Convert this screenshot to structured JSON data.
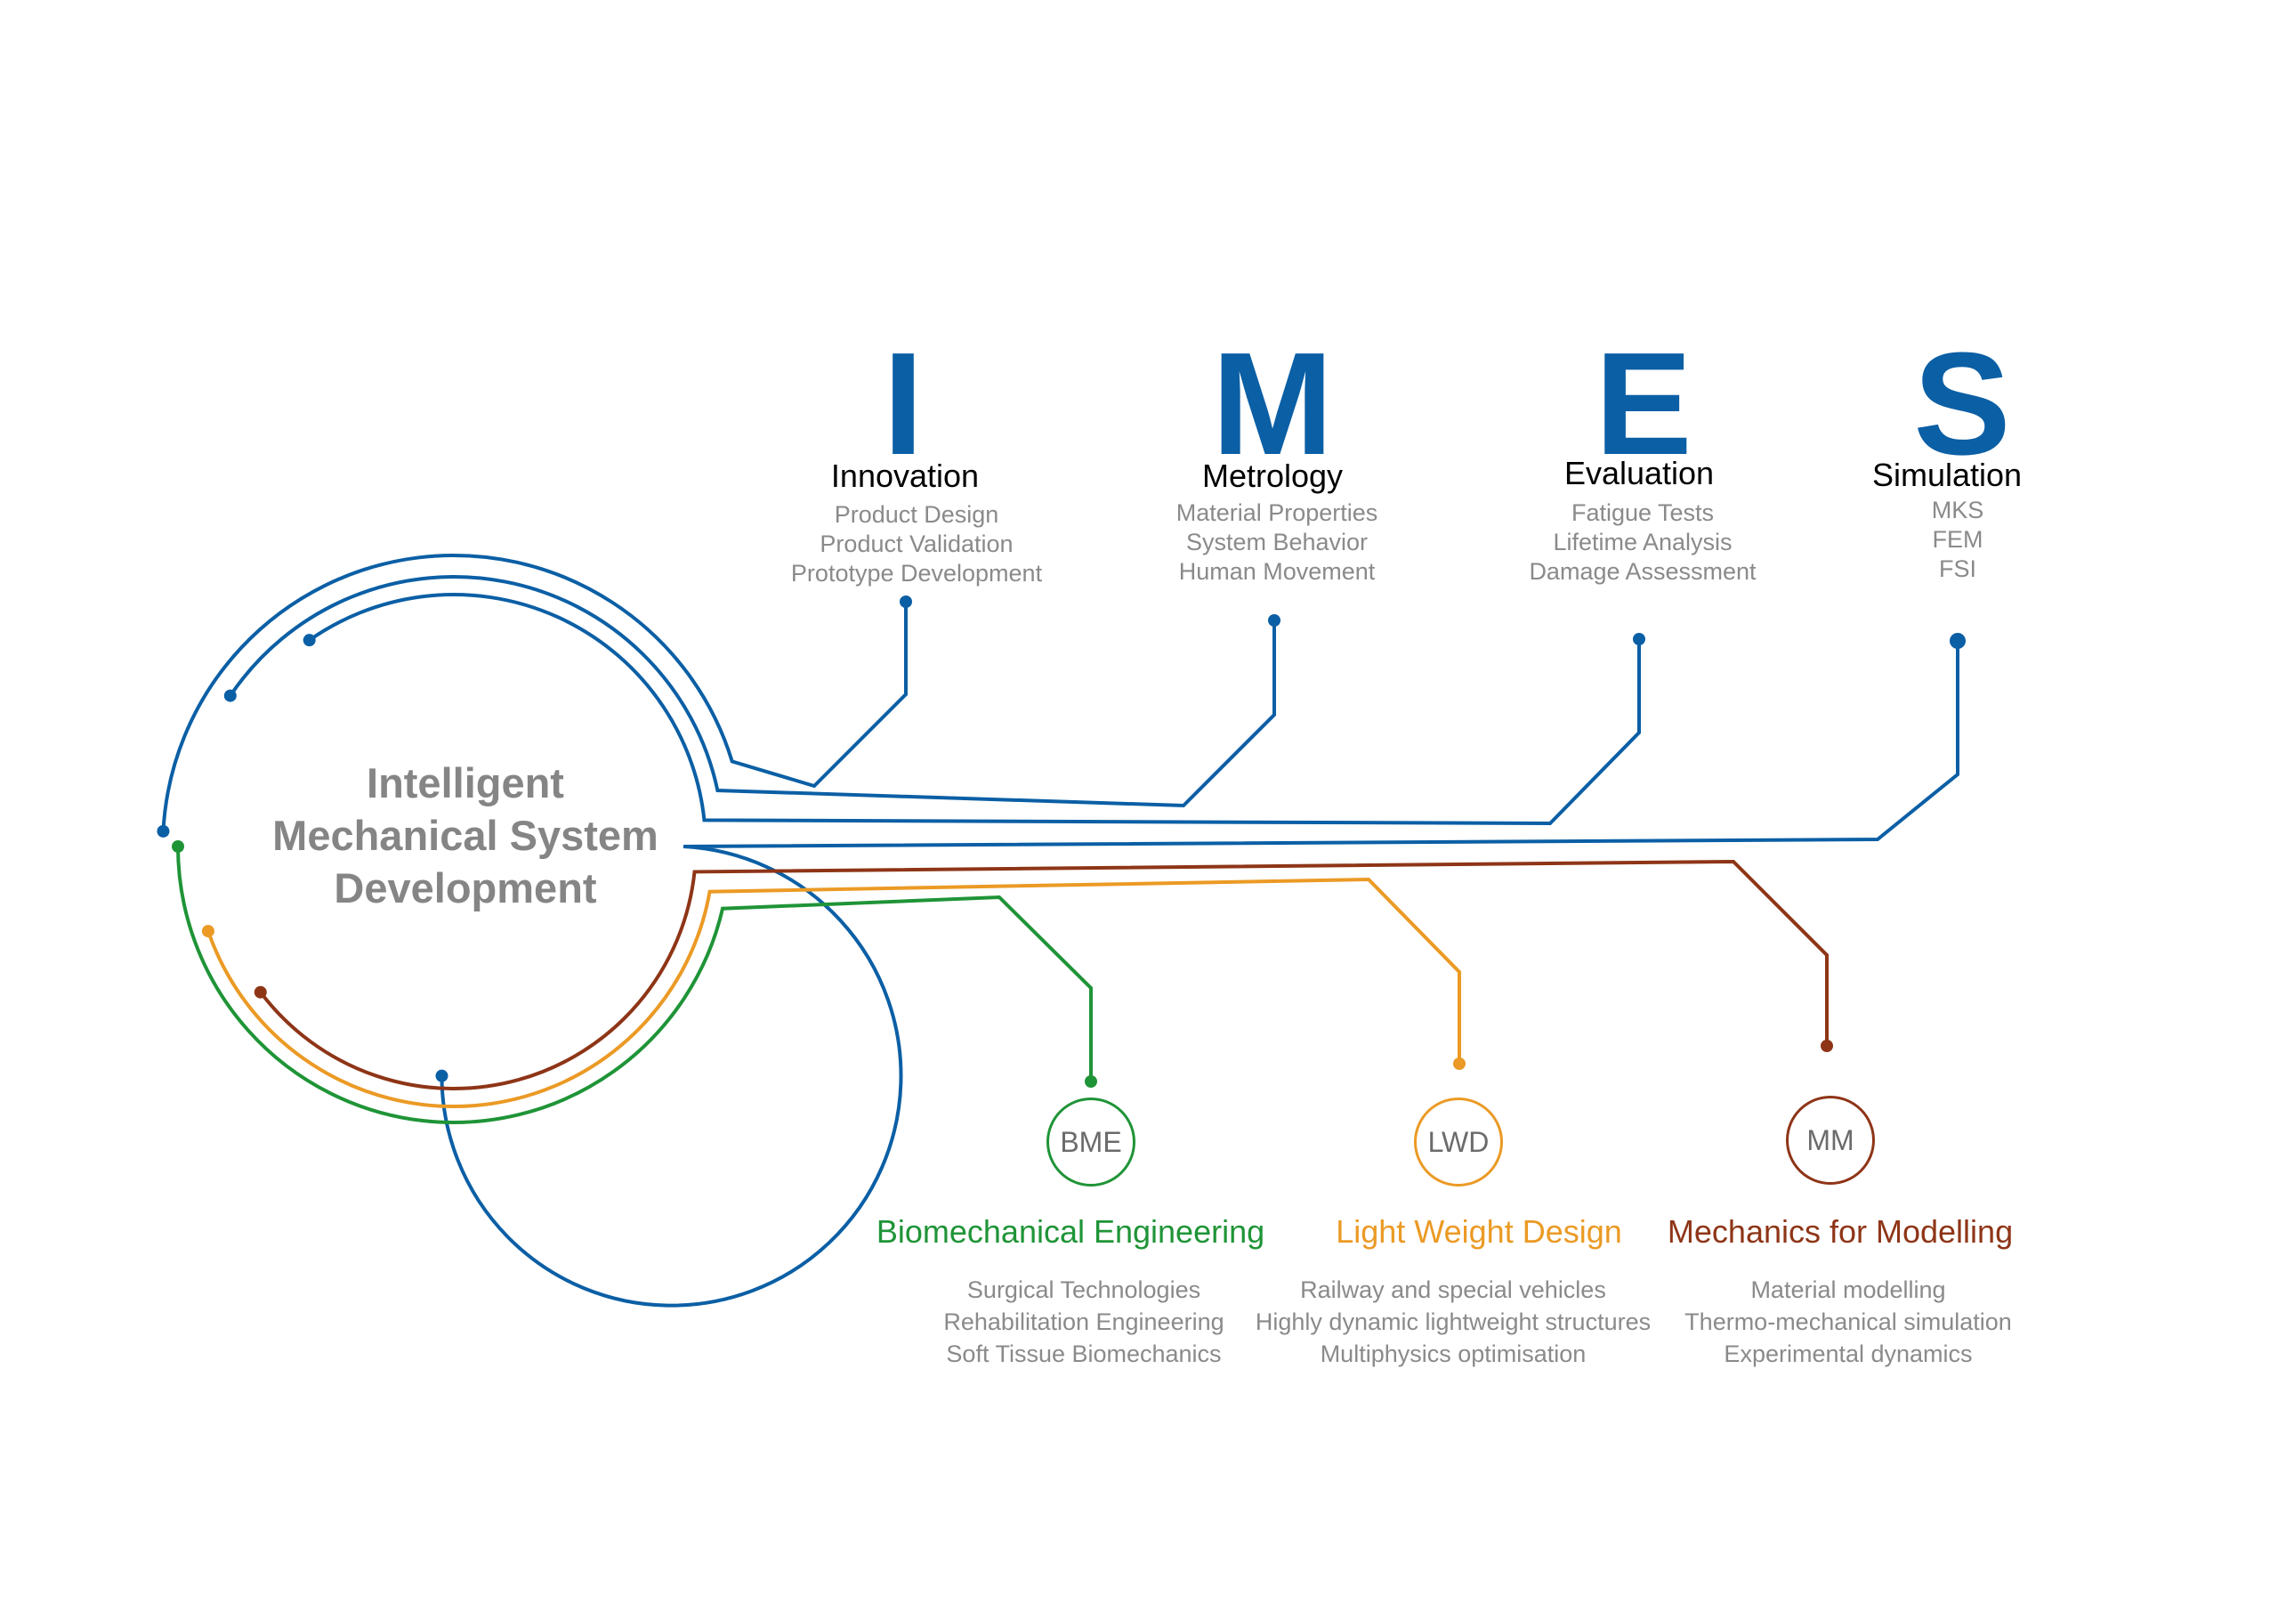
{
  "colors": {
    "blue": "#0b5fa5",
    "green": "#1f9437",
    "orange": "#eb9a25",
    "brown": "#8e3517",
    "grey": "#858585",
    "title_black": "#000000"
  },
  "center": {
    "lines": [
      "Intelligent",
      "Mechanical System",
      "Development"
    ]
  },
  "pillars": [
    {
      "letter": "I",
      "title": "Innovation",
      "items": [
        "Product Design",
        "Product Validation",
        "Prototype Development"
      ]
    },
    {
      "letter": "M",
      "title": "Metrology",
      "items": [
        "Material Properties",
        "System Behavior",
        "Human Movement"
      ]
    },
    {
      "letter": "E",
      "title": "Evaluation",
      "items": [
        "Fatigue Tests",
        "Lifetime Analysis",
        "Damage Assessment"
      ]
    },
    {
      "letter": "S",
      "title": "Simulation",
      "items": [
        "MKS",
        "FEM",
        "FSI"
      ]
    }
  ],
  "areas": [
    {
      "abbr": "BME",
      "title": "Biomechanical Engineering",
      "color": "#1f9437",
      "items": [
        "Surgical Technologies",
        "Rehabilitation Engineering",
        "Soft Tissue Biomechanics"
      ]
    },
    {
      "abbr": "LWD",
      "title": "Light Weight Design",
      "color": "#eb9a25",
      "items": [
        "Railway and special vehicles",
        "Highly dynamic lightweight structures",
        "Multiphysics optimisation"
      ]
    },
    {
      "abbr": "MM",
      "title": "Mechanics for Modelling",
      "color": "#8e3517",
      "items": [
        "Material modelling",
        "Thermo-mechanical simulation",
        "Experimental dynamics"
      ]
    }
  ]
}
